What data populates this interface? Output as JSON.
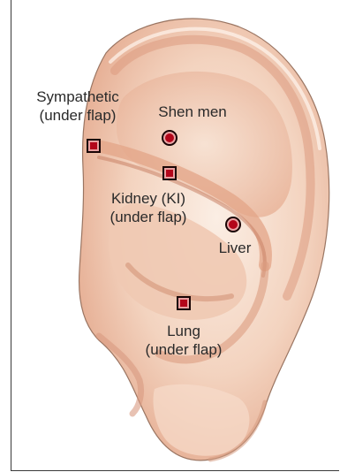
{
  "points": [
    {
      "id": "sympathetic",
      "lines": [
        "Sympathetic",
        "(under flap)"
      ],
      "shape": "square"
    },
    {
      "id": "shen-men",
      "lines": [
        "Shen men"
      ],
      "shape": "circle"
    },
    {
      "id": "kidney",
      "lines": [
        "Kidney (KI)",
        "(under flap)"
      ],
      "shape": "square"
    },
    {
      "id": "liver",
      "lines": [
        "Liver"
      ],
      "shape": "circle"
    },
    {
      "id": "lung",
      "lines": [
        "Lung",
        "(under flap)"
      ],
      "shape": "square"
    }
  ],
  "colors": {
    "skin_outer": "#f3d3bf",
    "skin_mid": "#e6a98c",
    "skin_shadow": "#d58e73",
    "outline": "#8b6a58",
    "marker_fill": "#b3061a",
    "marker_border": "#1a0505",
    "text": "#2a2a2a"
  }
}
